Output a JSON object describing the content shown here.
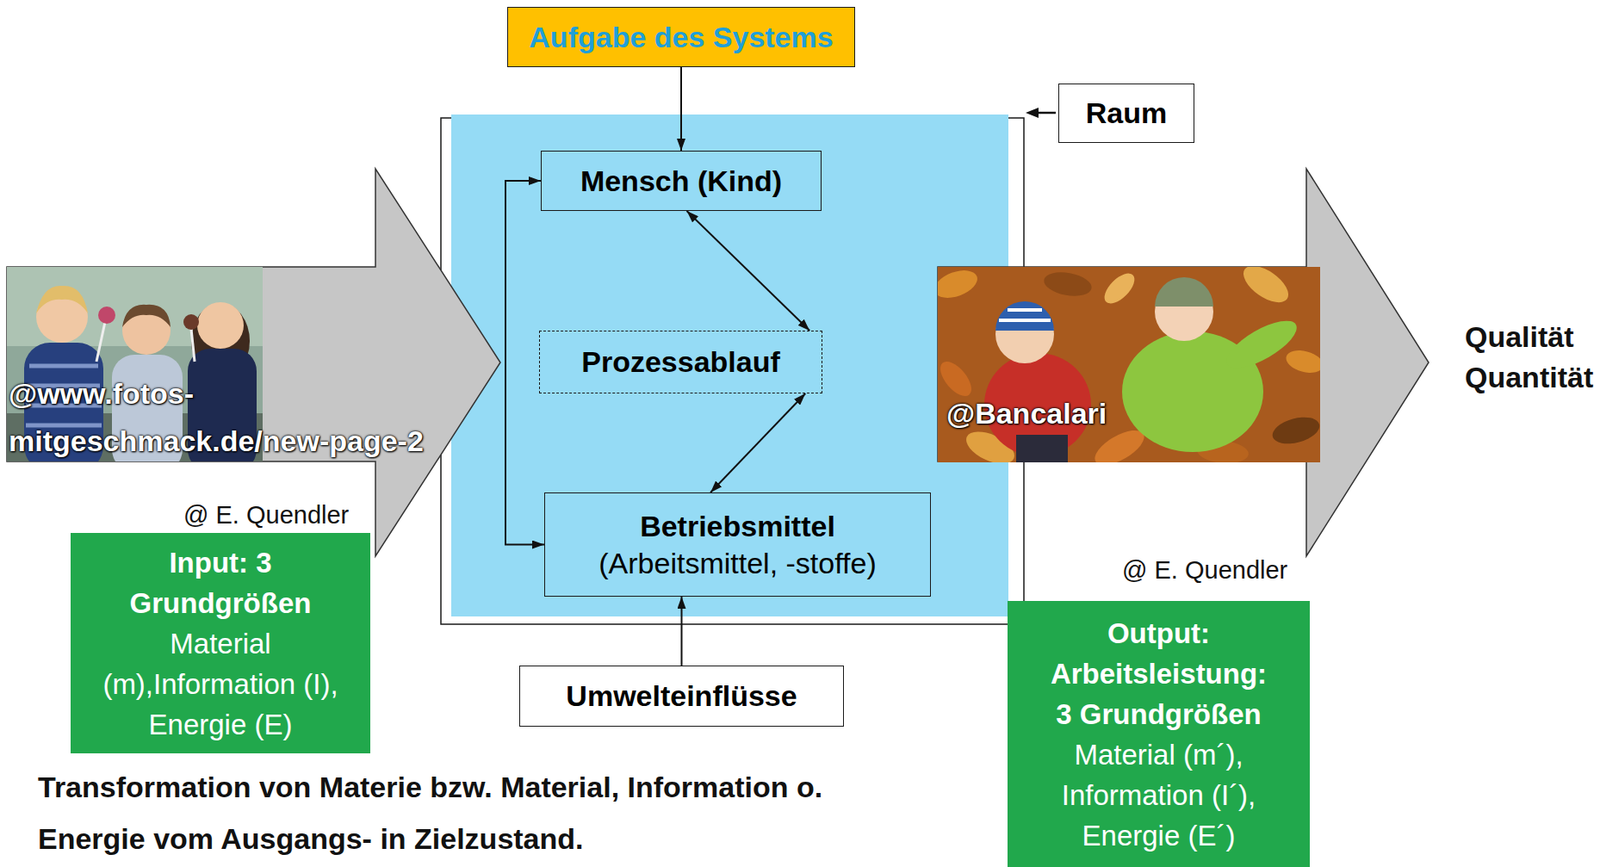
{
  "diagram": {
    "caption": "Transformation von Materie bzw. Material, Information o. Energie vom Ausgangs- in Zielzustand.",
    "nodes": [
      {
        "text": [
          "Aufgabe des Systems"
        ]
      },
      {
        "text": [
          "Raum"
        ]
      },
      {
        "text": [
          "Mensch (Kind)"
        ]
      },
      {
        "text": [
          "Prozessablauf"
        ]
      },
      {
        "text": [
          "Betriebsmittel",
          "(Arbeitsmittel, -stoffe)"
        ]
      },
      {
        "text": [
          "Umwelteinflüsse"
        ]
      },
      {
        "text": [
          "Input: 3 Grundgrößen",
          "Material (m),Information (I), Energie (E)"
        ]
      },
      {
        "text": [
          "Output: Arbeitsleistung: 3 Grundgrößen",
          "Material (m´), Information (I´), Energie (E´)"
        ]
      }
    ],
    "edges": [
      {
        "from": 0,
        "to": 2,
        "arrow": "to"
      },
      {
        "from": 2,
        "to": 3,
        "arrow": "both"
      },
      {
        "from": 3,
        "to": 4,
        "arrow": "both"
      },
      {
        "from": 2,
        "to": 4,
        "arrow": "both"
      },
      {
        "from": 5,
        "to": 4,
        "arrow": "to"
      }
    ],
    "labels": [
      "@www.fotos-mitgeschmack.de/new-page-2",
      "@ E. Quendler",
      "@Bancalari",
      "@ E. Quendler",
      "Qualität Quantität"
    ]
  }
}
